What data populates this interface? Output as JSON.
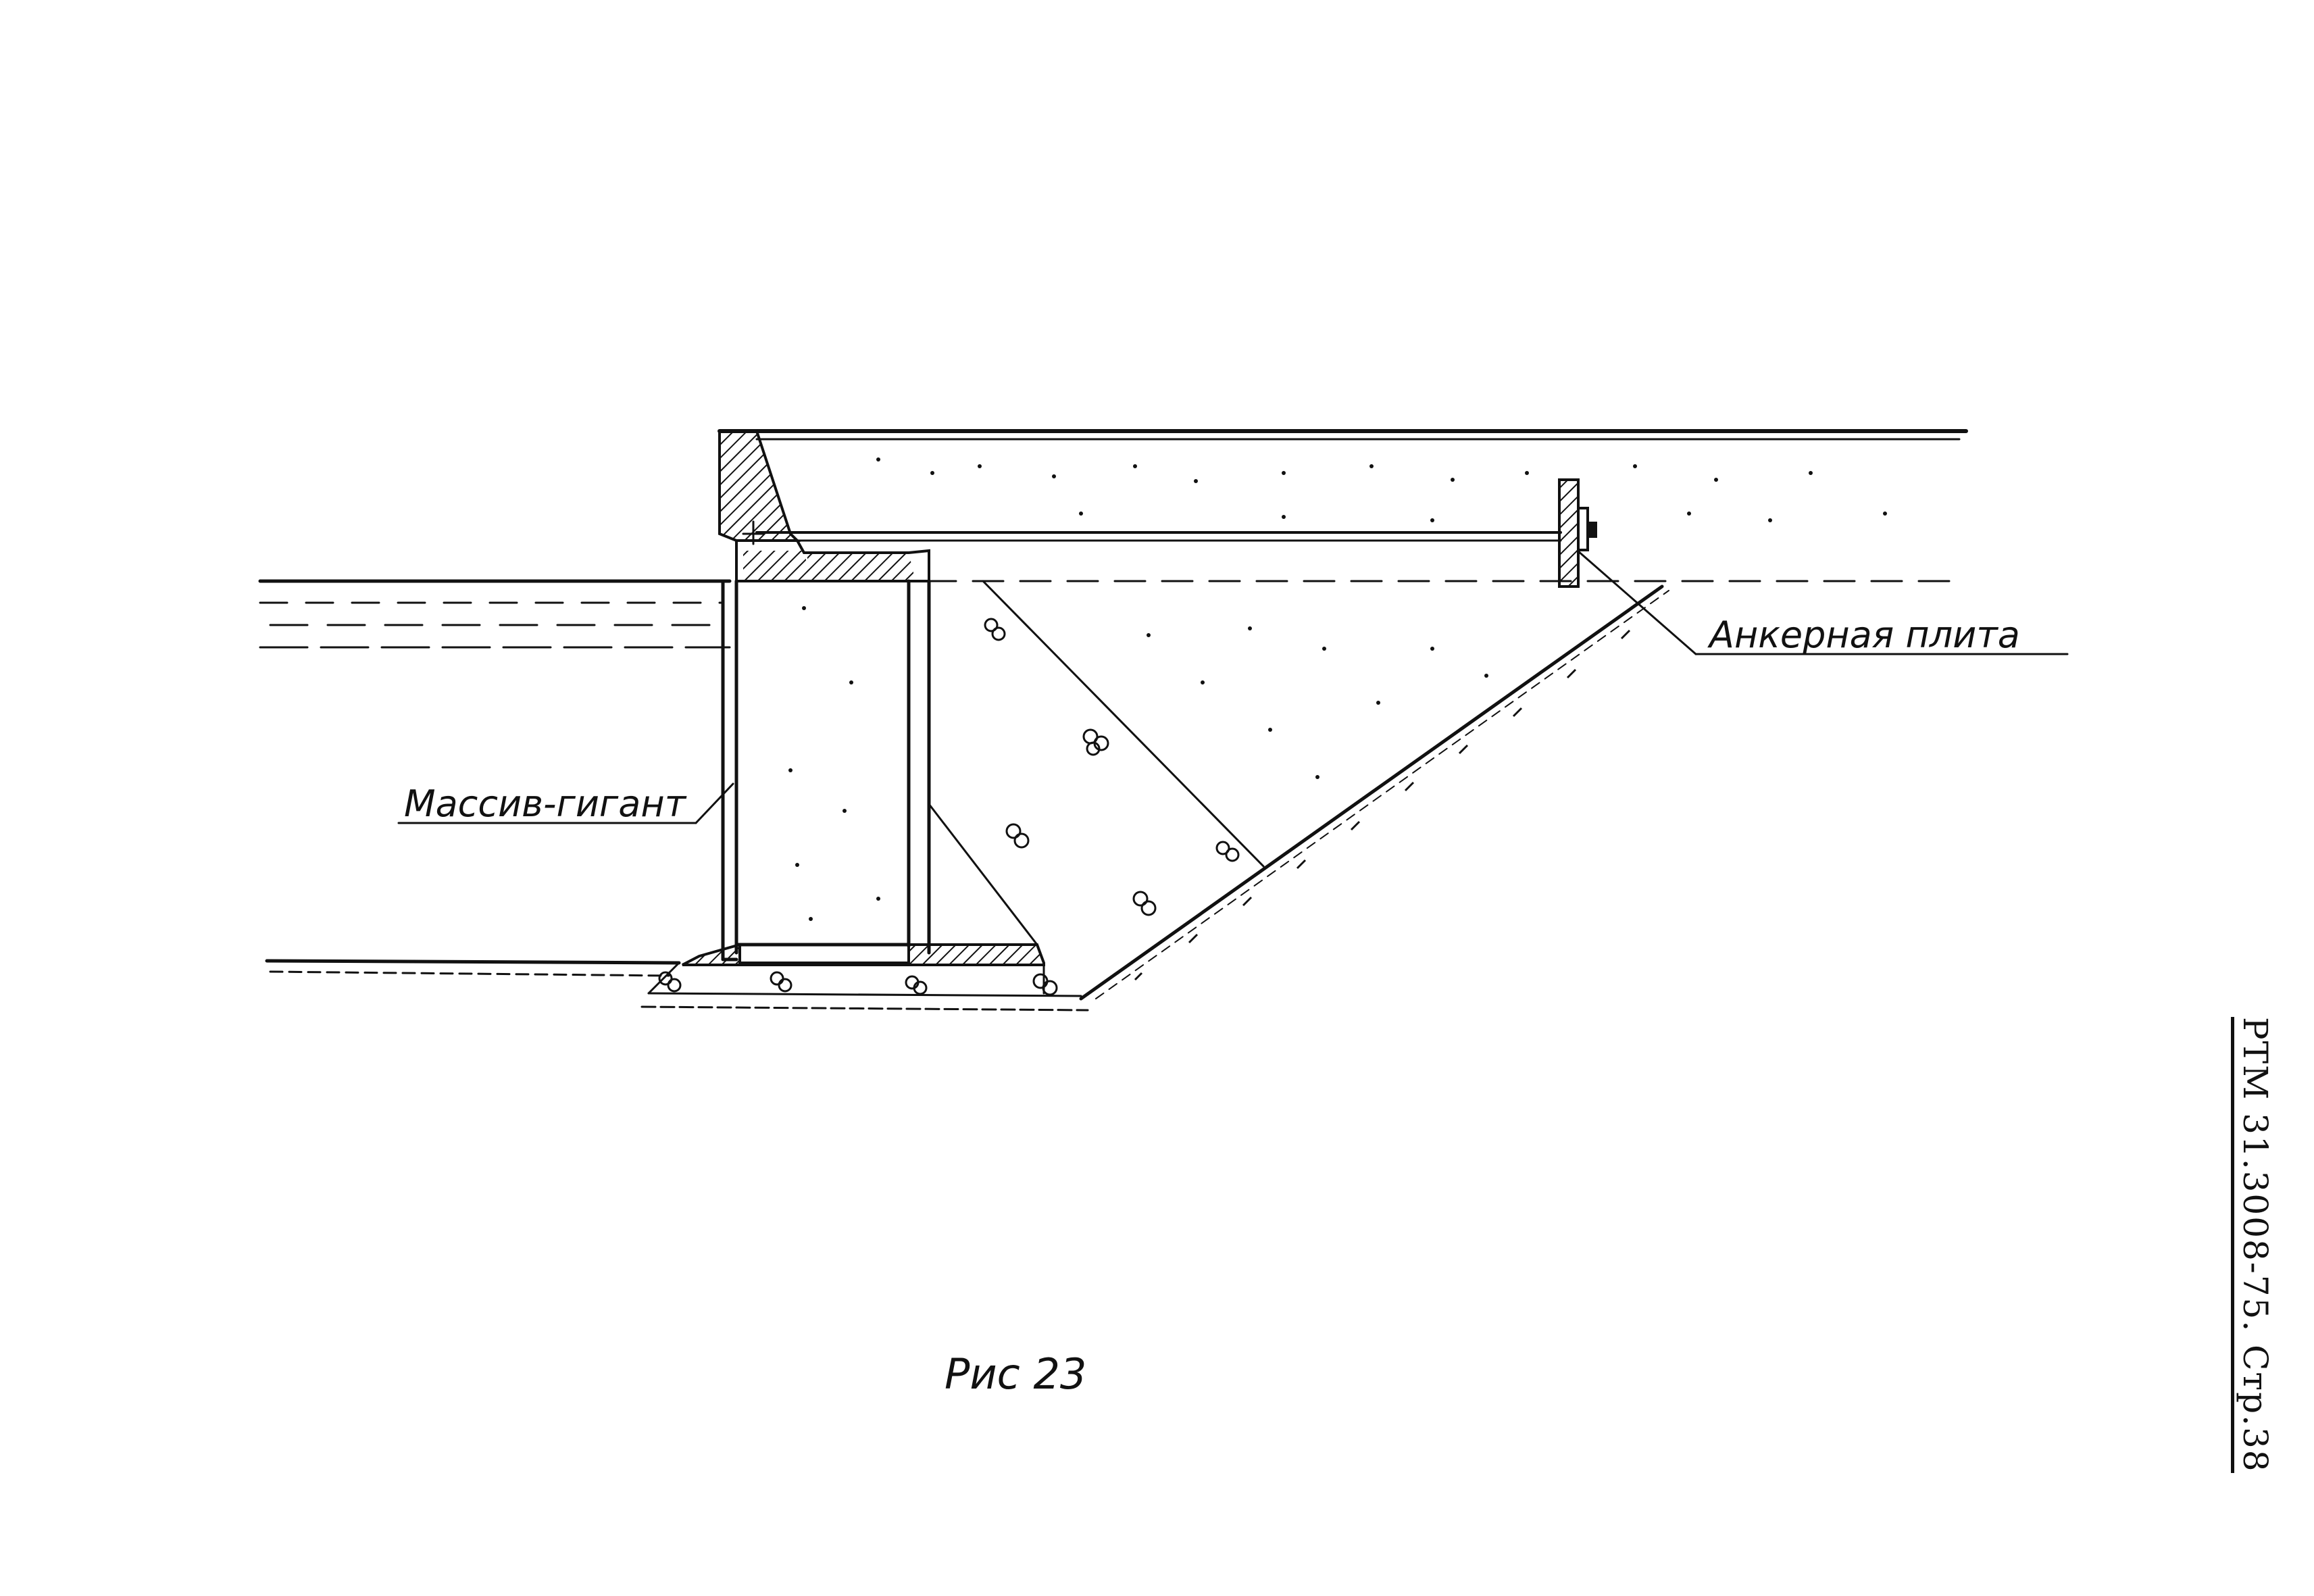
{
  "labels": {
    "massiv": "Массив-гигант",
    "anchor_plate": "Анкерная плита",
    "figure_caption": "Рис 23"
  },
  "doc_code": "РТМ 31.3008-75. Стр.38"
}
